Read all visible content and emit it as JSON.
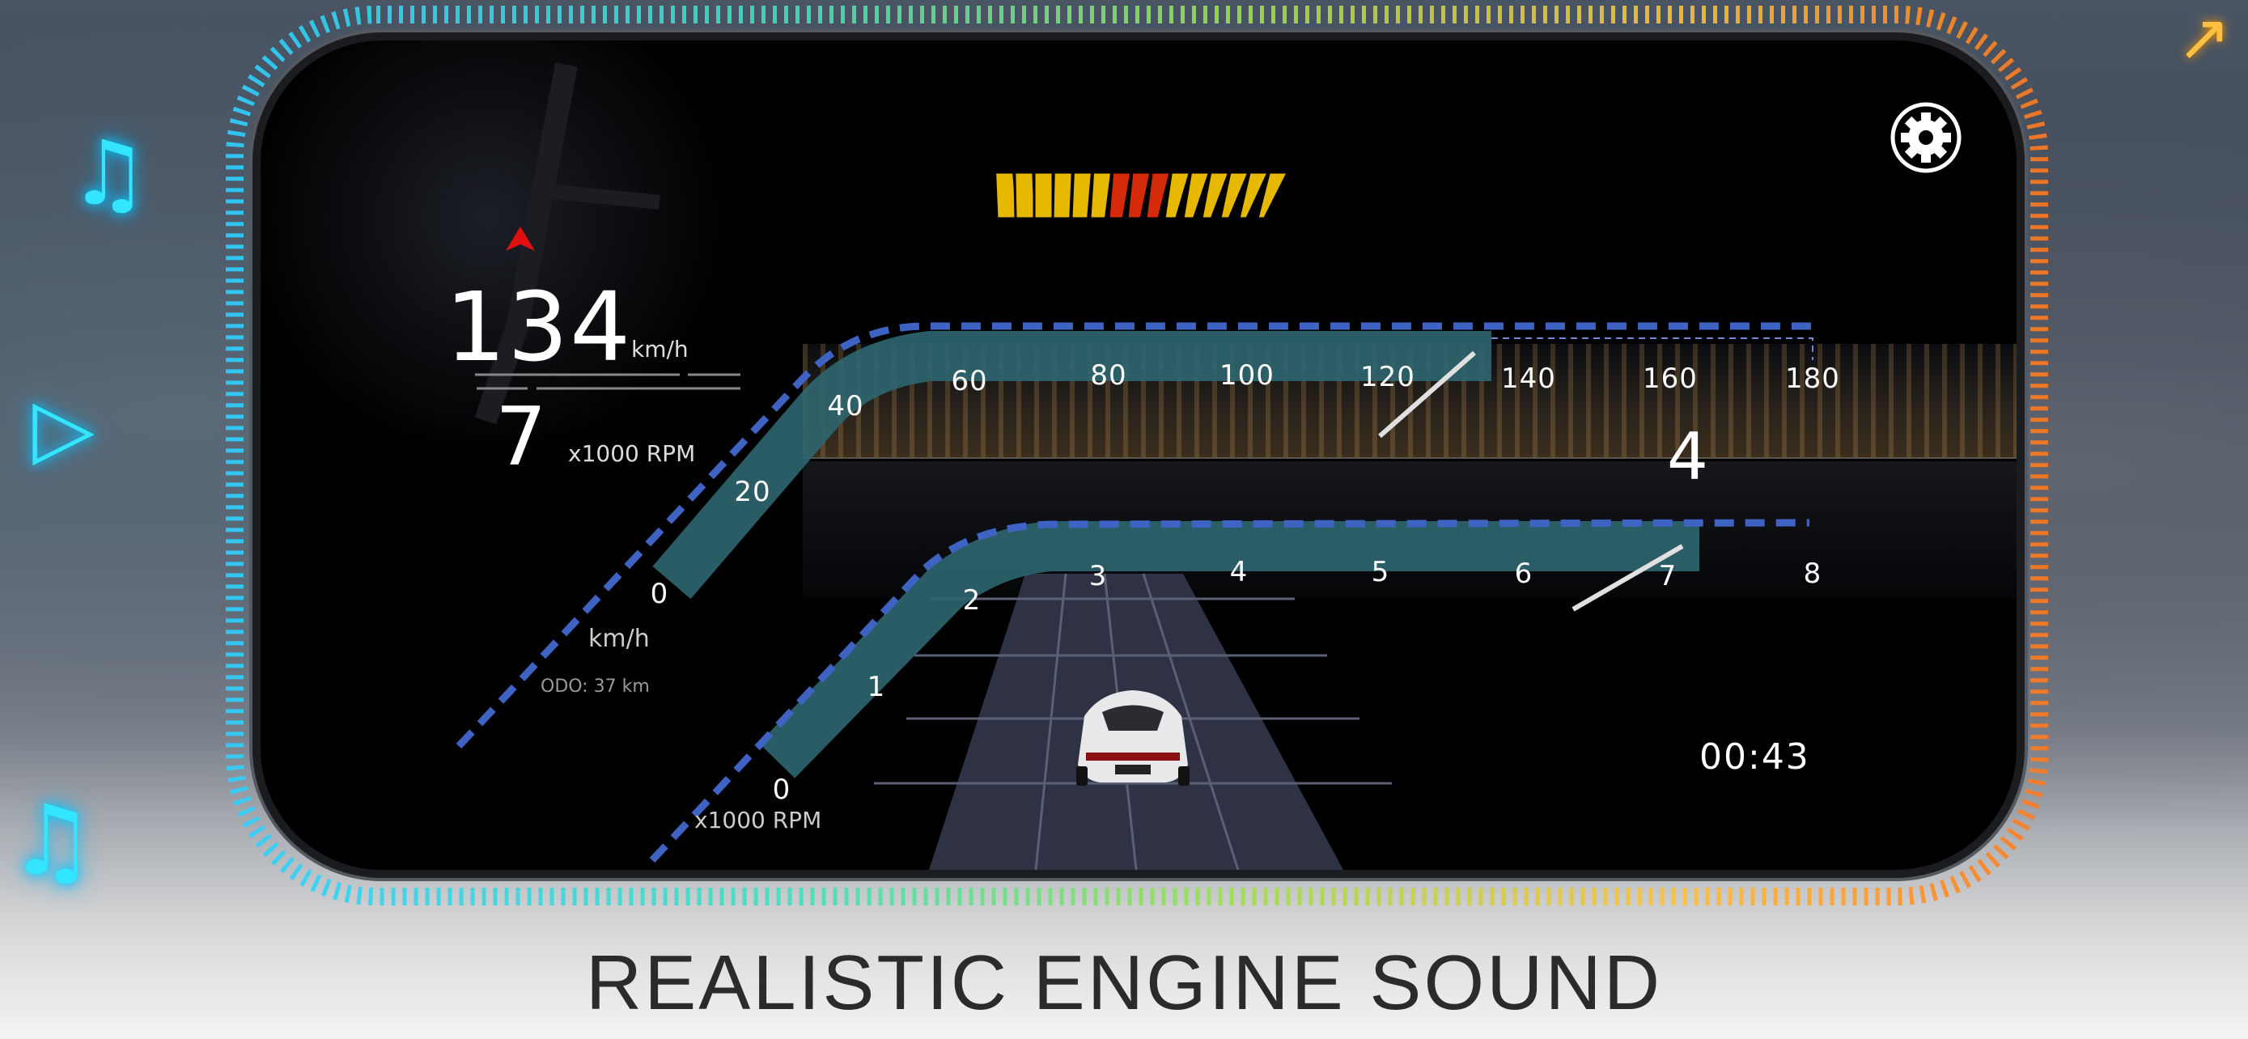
{
  "speed": {
    "value": "134",
    "unit": "km/h",
    "ticks": [
      "0",
      "20",
      "40",
      "60",
      "80",
      "100",
      "120",
      "140",
      "160",
      "180"
    ],
    "scale_unit": "km/h",
    "max": 180
  },
  "rpm": {
    "value": "7",
    "unit": "x1000 RPM",
    "ticks": [
      "0",
      "1",
      "2",
      "3",
      "4",
      "5",
      "6",
      "7",
      "8"
    ],
    "scale_unit": "x1000 RPM",
    "max": 8
  },
  "gear": "4",
  "odometer": "ODO: 37 km",
  "timer": "00:43",
  "shift_lights": {
    "total": 15,
    "active_red": 3
  },
  "settings_icon": "gear-icon",
  "caption": "REALISTIC ENGINE SOUND",
  "colors": {
    "gauge_dash": "#3f63c2",
    "gauge_fill": "#2f6670",
    "shift_yellow": "#e6b800",
    "shift_red": "#d42a0a",
    "marker_red": "#e01010"
  }
}
